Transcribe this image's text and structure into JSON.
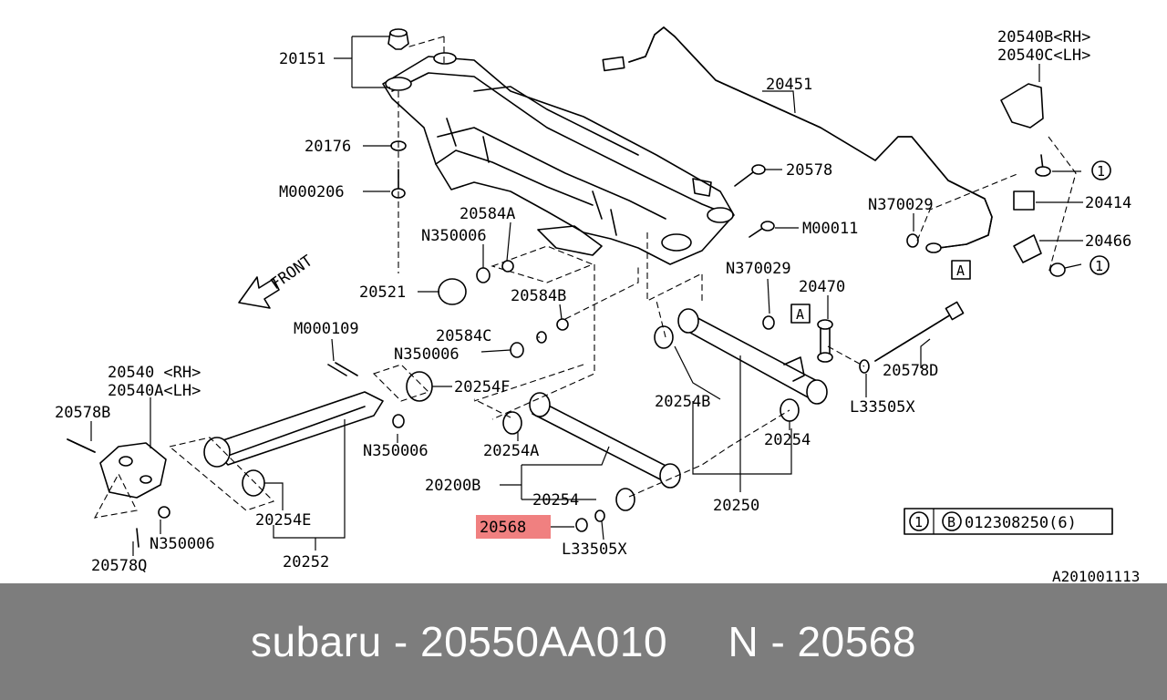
{
  "diagram": {
    "diagram_id": "A201001113",
    "front_label": "FRONT",
    "highlight_color": "#f08080",
    "callouts": [
      {
        "id": "c20151",
        "text": "20151"
      },
      {
        "id": "c20176",
        "text": "20176"
      },
      {
        "id": "cM000206",
        "text": "M000206"
      },
      {
        "id": "c20584A",
        "text": "20584A"
      },
      {
        "id": "cN350006a",
        "text": "N350006"
      },
      {
        "id": "c20521",
        "text": "20521"
      },
      {
        "id": "c20584B",
        "text": "20584B"
      },
      {
        "id": "c20584C",
        "text": "20584C"
      },
      {
        "id": "cN350006b",
        "text": "N350006"
      },
      {
        "id": "cM000109",
        "text": "M000109"
      },
      {
        "id": "c20254F",
        "text": "20254F"
      },
      {
        "id": "c20540RH",
        "text": "20540 <RH>"
      },
      {
        "id": "c20540ALH",
        "text": "20540A<LH>"
      },
      {
        "id": "c20578B",
        "text": "20578B"
      },
      {
        "id": "cN350006c",
        "text": "N350006"
      },
      {
        "id": "c20254E",
        "text": "20254E"
      },
      {
        "id": "cN350006d",
        "text": "N350006"
      },
      {
        "id": "c20578Q",
        "text": "20578Q"
      },
      {
        "id": "c20252",
        "text": "20252"
      },
      {
        "id": "c20254A",
        "text": "20254A"
      },
      {
        "id": "c20200B",
        "text": "20200B"
      },
      {
        "id": "c20254a",
        "text": "20254"
      },
      {
        "id": "c20568",
        "text": "20568"
      },
      {
        "id": "cL33505Xa",
        "text": "L33505X"
      },
      {
        "id": "c20451",
        "text": "20451"
      },
      {
        "id": "c20578",
        "text": "20578"
      },
      {
        "id": "cM00011",
        "text": "M00011"
      },
      {
        "id": "cN370029a",
        "text": "N370029"
      },
      {
        "id": "cN370029b",
        "text": "N370029"
      },
      {
        "id": "c20470",
        "text": "20470"
      },
      {
        "id": "c20254B",
        "text": "20254B"
      },
      {
        "id": "c20254b",
        "text": "20254"
      },
      {
        "id": "c20250",
        "text": "20250"
      },
      {
        "id": "c20578D",
        "text": "20578D"
      },
      {
        "id": "cL33505Xb",
        "text": "L33505X"
      },
      {
        "id": "c20540BRH",
        "text": "20540B<RH>"
      },
      {
        "id": "c20540CLH",
        "text": "20540C<LH>"
      },
      {
        "id": "c20414",
        "text": "20414"
      },
      {
        "id": "c20466",
        "text": "20466"
      }
    ],
    "markers": {
      "circle_1": "1",
      "box_a": "A"
    },
    "legend": {
      "circle": "1",
      "letter": "B",
      "part": "012308250(6)"
    }
  },
  "footer": {
    "text": "subaru - 20550AA010     N - 20568"
  }
}
